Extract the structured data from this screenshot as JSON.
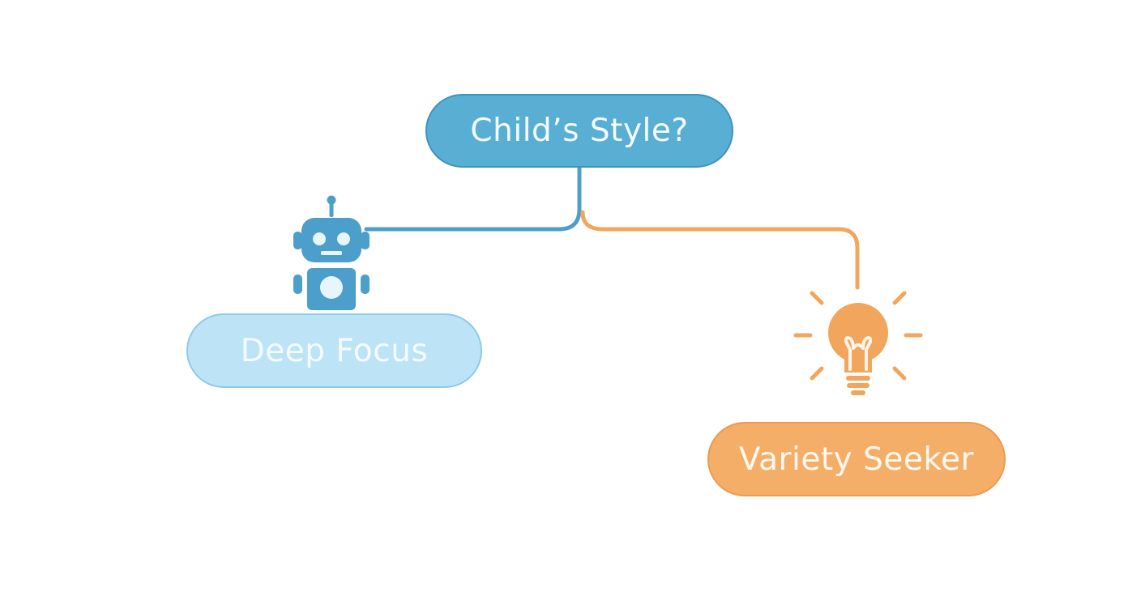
{
  "diagram": {
    "root": {
      "label": "Child’s Style?"
    },
    "branches": [
      {
        "label": "Deep Focus",
        "icon": "robot-icon",
        "color": "#58aed3"
      },
      {
        "label": "Variety Seeker",
        "icon": "lightbulb-icon",
        "color": "#f5ae68"
      }
    ]
  },
  "colors": {
    "root_fill": "#58aed3",
    "left_fill": "#bde3f6",
    "right_fill": "#f5ae68",
    "blue_connector": "#4c9fcb",
    "orange_connector": "#f2a65d"
  }
}
